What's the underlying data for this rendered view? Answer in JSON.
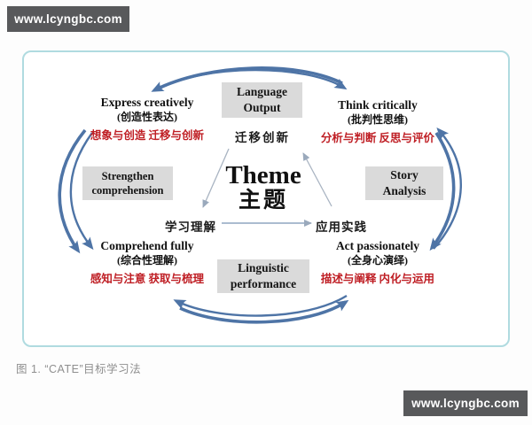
{
  "watermark_top": "www.lcyngbc.com",
  "watermark_bottom": "www.lcyngbc.com",
  "caption": "图 1. “CATE”目标学习法",
  "colors": {
    "arc_blue": "#4e74a6",
    "red_text": "#bf1e24",
    "box_gray": "#dadada",
    "frame_border": "#b0dbe0",
    "watermark_bg": "#58595b",
    "caption_gray": "#8f8f8f"
  },
  "diagram": {
    "theme_en": "Theme",
    "theme_zh": "主题",
    "stage_top": "迁移创新",
    "stage_left": "学习理解",
    "stage_right": "应用实践",
    "boxes": {
      "top": {
        "line1": "Language",
        "line2": "Output"
      },
      "left": {
        "line1": "Strengthen",
        "line2": "comprehension"
      },
      "right": {
        "line1": "Story",
        "line2": "Analysis"
      },
      "bottom": {
        "line1": "Linguistic",
        "line2": "performance"
      }
    },
    "corners": {
      "top_left": {
        "en": "Express creatively",
        "zh": "(创造性表达)",
        "detail": "想象与创造 迁移与创新"
      },
      "top_right": {
        "en": "Think critically",
        "zh": "(批判性思维)",
        "detail": "分析与判断 反思与评价"
      },
      "bottom_left": {
        "en": "Comprehend fully",
        "zh": "(综合性理解)",
        "detail": "感知与注意 获取与梳理"
      },
      "bottom_right": {
        "en": "Act passionately",
        "zh": "(全身心演绎)",
        "detail": "描述与阐释 内化与运用"
      }
    }
  }
}
